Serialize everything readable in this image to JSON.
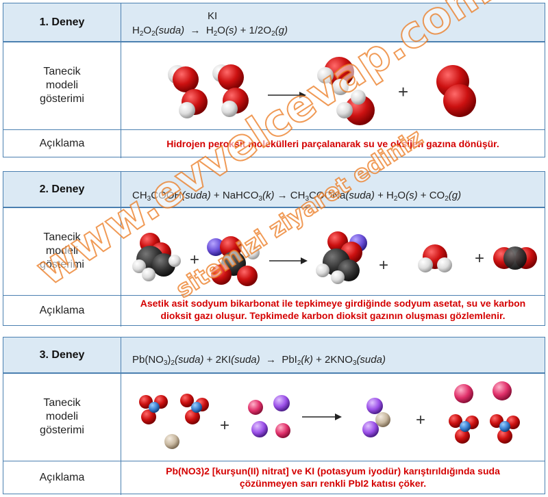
{
  "experiments": [
    {
      "title": "1. Deney",
      "equation": {
        "parts": [
          {
            "t": "H",
            "s": ""
          },
          {
            "t": "2",
            "s": "sub"
          },
          {
            "t": "O",
            "s": ""
          },
          {
            "t": "2",
            "s": "sub"
          },
          {
            "t": "(suda)",
            "s": "i"
          },
          {
            "t": "  ",
            "s": ""
          },
          {
            "t": "→",
            "s": "arrow"
          },
          {
            "t": "  ",
            "s": ""
          },
          {
            "t": "H",
            "s": ""
          },
          {
            "t": "2",
            "s": "sub"
          },
          {
            "t": "O",
            "s": ""
          },
          {
            "t": "(s)",
            "s": "i"
          },
          {
            "t": " + ",
            "s": ""
          },
          {
            "t": "1/2O",
            "s": ""
          },
          {
            "t": "2",
            "s": "sub"
          },
          {
            "t": "(g)",
            "s": "i"
          }
        ],
        "catalyst": "KI"
      },
      "model_label": "Tanecik modeli gösterimi",
      "desc_label": "Açıklama",
      "description": "Hidrojen peroksit molekülleri parçalanarak su ve oksijen gazına dönüşür."
    },
    {
      "title": "2. Deney",
      "equation": {
        "parts": [
          {
            "t": "CH",
            "s": ""
          },
          {
            "t": "3",
            "s": "sub"
          },
          {
            "t": "COOH",
            "s": ""
          },
          {
            "t": "(suda)",
            "s": "i"
          },
          {
            "t": " + ",
            "s": ""
          },
          {
            "t": "NaHCO",
            "s": ""
          },
          {
            "t": "3",
            "s": "sub"
          },
          {
            "t": "(k)",
            "s": "i"
          },
          {
            "t": " → ",
            "s": "arrow"
          },
          {
            "t": "CH",
            "s": ""
          },
          {
            "t": "3",
            "s": "sub"
          },
          {
            "t": "COONa",
            "s": ""
          },
          {
            "t": "(suda)",
            "s": "i"
          },
          {
            "t": " + ",
            "s": ""
          },
          {
            "t": "H",
            "s": ""
          },
          {
            "t": "2",
            "s": "sub"
          },
          {
            "t": "O",
            "s": ""
          },
          {
            "t": "(s)",
            "s": "i"
          },
          {
            "t": " + ",
            "s": ""
          },
          {
            "t": "CO",
            "s": ""
          },
          {
            "t": "2",
            "s": "sub"
          },
          {
            "t": "(g)",
            "s": "i"
          }
        ]
      },
      "model_label": "Tanecik modeli gösterimi",
      "desc_label": "Açıklama",
      "description": "Asetik asit sodyum bikarbonat ile tepkimeye girdiğinde sodyum asetat, su ve karbon dioksit gazı oluşur. Tepkimede karbon dioksit gazının oluşması gözlemlenir."
    },
    {
      "title": "3. Deney",
      "equation": {
        "parts": [
          {
            "t": "Pb(NO",
            "s": ""
          },
          {
            "t": "3",
            "s": "sub"
          },
          {
            "t": ")",
            "s": ""
          },
          {
            "t": "2",
            "s": "sub"
          },
          {
            "t": "(suda)",
            "s": "i"
          },
          {
            "t": " + ",
            "s": ""
          },
          {
            "t": "2KI",
            "s": ""
          },
          {
            "t": "(suda)",
            "s": "i"
          },
          {
            "t": "  →  ",
            "s": "arrow"
          },
          {
            "t": "PbI",
            "s": ""
          },
          {
            "t": "2",
            "s": "sub"
          },
          {
            "t": "(k)",
            "s": "i"
          },
          {
            "t": " + ",
            "s": ""
          },
          {
            "t": "2KNO",
            "s": ""
          },
          {
            "t": "3",
            "s": "sub"
          },
          {
            "t": "(suda)",
            "s": "i"
          }
        ]
      },
      "model_label": "Tanecik modeli gösterimi",
      "desc_label": "Açıklama",
      "description": "Pb(NO3)2 [kurşun(II) nitrat] ve KI (potasyum iyodür) karıştırıldığında suda çözünmeyen sarı renkli PbI2 katısı çöker."
    }
  ],
  "watermark": {
    "main": "www.evvelcevap.com",
    "sub": "sitemizi ziyaret ediniz"
  },
  "colors": {
    "border": "#4a7fb0",
    "header_bg": "#dbe9f4",
    "description": "#d40000",
    "oxygen": "#cc1111",
    "hydrogen": "#eeeeee",
    "carbon": "#333333",
    "sodium": "#6a4fd8",
    "nitrogen": "#3a7fd0",
    "potassium": "#e0306a",
    "iodine": "#9b50e8",
    "lead": "#c8b8a0",
    "watermark": "#eb781e"
  },
  "symbols": {
    "plus": "+"
  }
}
